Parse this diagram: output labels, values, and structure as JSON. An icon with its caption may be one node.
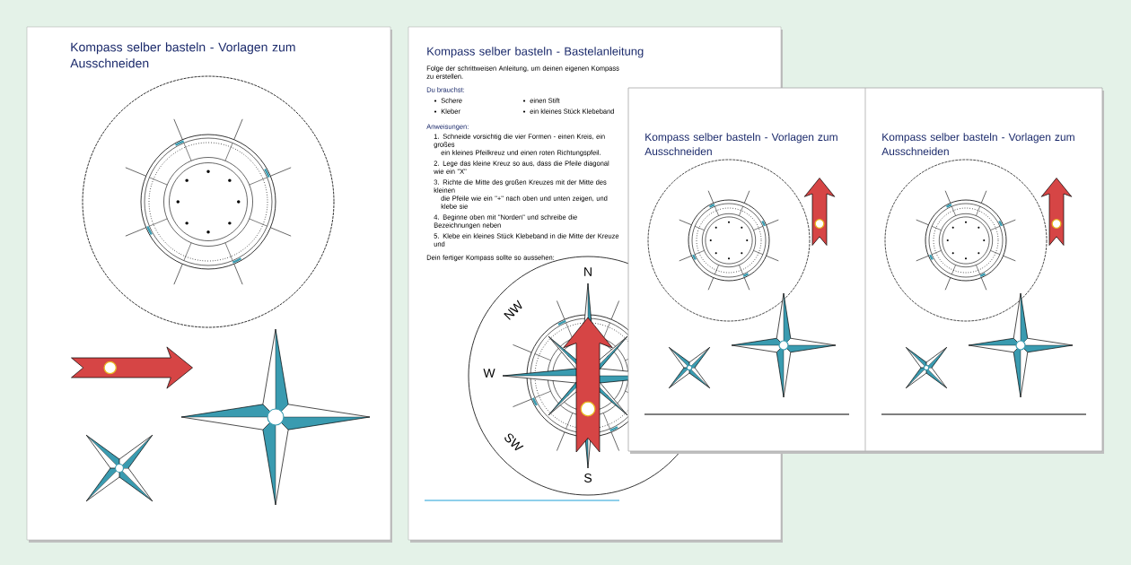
{
  "diagram": {
    "nodes": [
      {
        "text": [
          "Kompass selber basteln - Vorlagen zum Ausschneiden"
        ]
      },
      {
        "text": [
          "Kompass selber basteln - Bastelanleitung",
          "Folge der schrittweisen Anleitung, um deinen eigenen Kompass zu erstellen."
        ]
      },
      {
        "text": [],
        "shape": "box"
      },
      {
        "text": [
          "Kompass selber basteln - Vorlagen zum Ausschneiden"
        ],
        "in": 2
      },
      {
        "text": [
          "Kompass selber basteln - Vorlagen zum Ausschneiden"
        ],
        "in": 2
      }
    ],
    "labels": [
      "Du brauchst:",
      "Schere",
      "Kleber",
      "einen Stift",
      "ein kleines Stück Klebeband",
      "Anweisungen:",
      "1. Schneide vorsichtig die vier Formen - einen Kreis, ein großes",
      "ein kleines Pfeilkreuz und einen roten Richtungspfeil.",
      "2. Lege das kleine Kreuz so aus, dass die Pfeile diagonal wie ein \"X\"",
      "3. Richte die Mitte des großen Kreuzes mit der Mitte des kleinen",
      "die Pfeile wie ein \"+\" nach oben und unten zeigen, und klebe sie",
      "4. Beginne oben mit \"Norden\" und schreibe die Bezeichnungen neben",
      "5. Klebe ein kleines Stück Klebeband in die Mitte der Kreuze und",
      "Dein fertiger Kompass sollte so aussehen:",
      "N",
      "NW",
      "W",
      "SW",
      "S"
    ]
  }
}
